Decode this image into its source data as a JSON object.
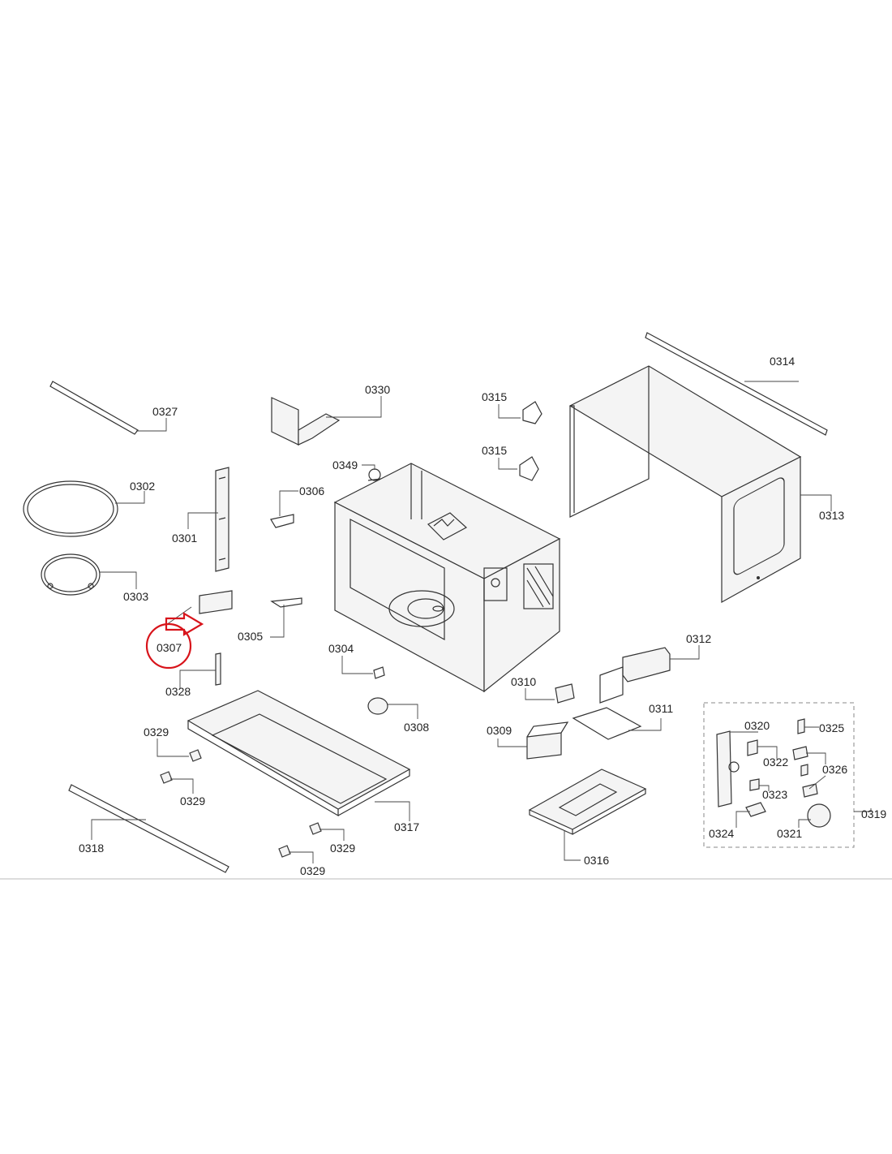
{
  "diagram": {
    "accent_color": "#d8141b",
    "highlighted_part": "0307",
    "labels": {
      "p0301": "0301",
      "p0302": "0302",
      "p0303": "0303",
      "p0304": "0304",
      "p0305": "0305",
      "p0306": "0306",
      "p0307": "0307",
      "p0308": "0308",
      "p0309": "0309",
      "p0310": "0310",
      "p0311": "0311",
      "p0312": "0312",
      "p0313": "0313",
      "p0314": "0314",
      "p0315a": "0315",
      "p0315b": "0315",
      "p0316": "0316",
      "p0317": "0317",
      "p0318": "0318",
      "p0319": "0319",
      "p0320": "0320",
      "p0321": "0321",
      "p0322": "0322",
      "p0323": "0323",
      "p0324": "0324",
      "p0325": "0325",
      "p0326": "0326",
      "p0327": "0327",
      "p0328": "0328",
      "p0329a": "0329",
      "p0329b": "0329",
      "p0329c": "0329",
      "p0329d": "0329",
      "p0330": "0330",
      "p0349": "0349"
    }
  }
}
